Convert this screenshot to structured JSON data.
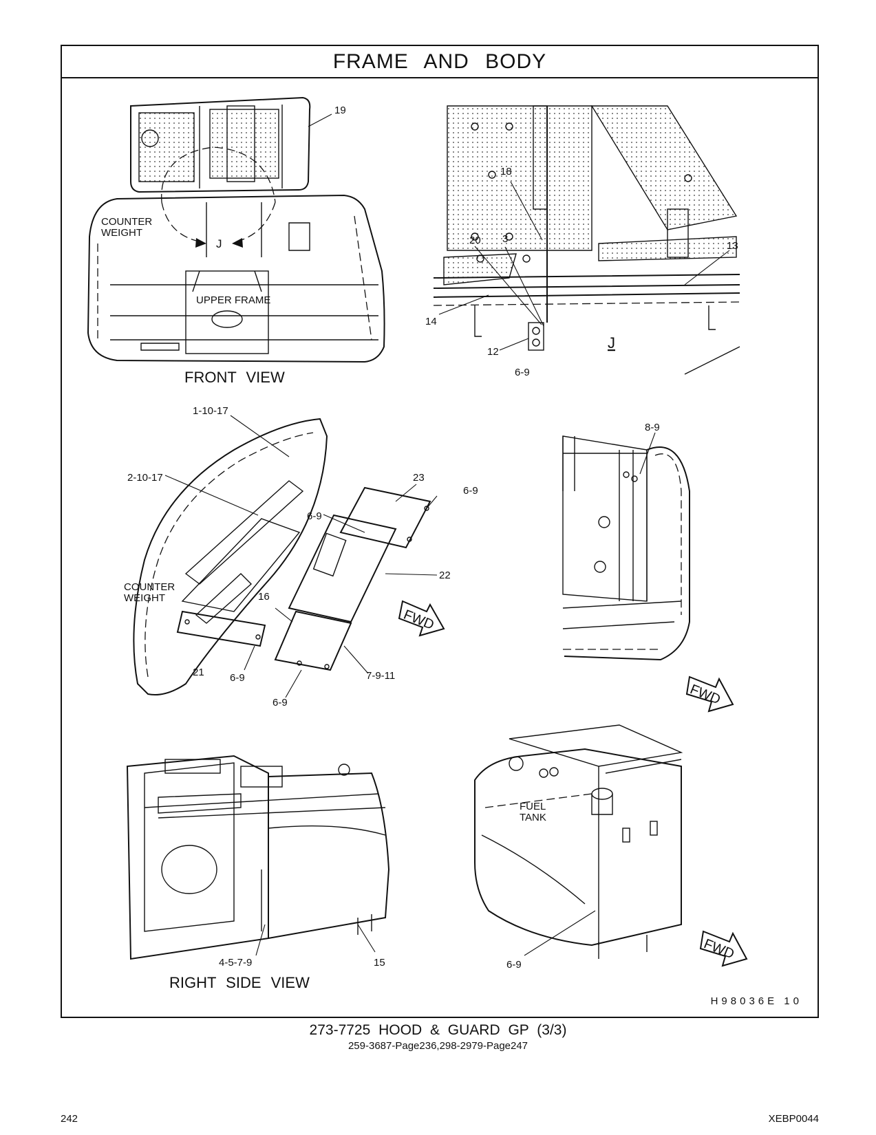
{
  "header": {
    "title": "FRAME AND BODY"
  },
  "views": {
    "front": "FRONT VIEW",
    "right_side": "RIGHT SIDE VIEW",
    "detail_j": "J"
  },
  "callouts": {
    "counterweight_1": [
      "COUNTER",
      "WEIGHT"
    ],
    "upper_frame": "UPPER FRAME",
    "counterweight_2": [
      "COUNTER",
      "WEIGHT"
    ],
    "fuel_tank": [
      "FUEL",
      "TANK"
    ],
    "fwd_1": "FWD",
    "fwd_2": "FWD",
    "fwd_3": "FWD",
    "j_arrow": "J"
  },
  "part_labels": {
    "p19": "19",
    "p18": "18",
    "p20": "20",
    "p3": "3",
    "p13": "13",
    "p14": "14",
    "p12": "12",
    "p6_9_a": "6-9",
    "p8_9": "8-9",
    "p1_10_17": "1-10-17",
    "p2_10_17": "2-10-17",
    "p23": "23",
    "p6_9_b": "6-9",
    "p6_9_c": "6-9",
    "p22": "22",
    "p16": "16",
    "p7_9_11": "7-9-11",
    "p21": "21",
    "p6_9_d": "6-9",
    "p6_9_e": "6-9",
    "p4_5_7_9": "4-5-7-9",
    "p15": "15",
    "p6_9_f": "6-9"
  },
  "image_code": "H98036E  10",
  "caption": {
    "main": "273-7725 HOOD & GUARD GP (3/3)",
    "sub": "259-3687-Page236,298-2979-Page247"
  },
  "footer": {
    "page": "242",
    "doc_id": "XEBP0044"
  }
}
